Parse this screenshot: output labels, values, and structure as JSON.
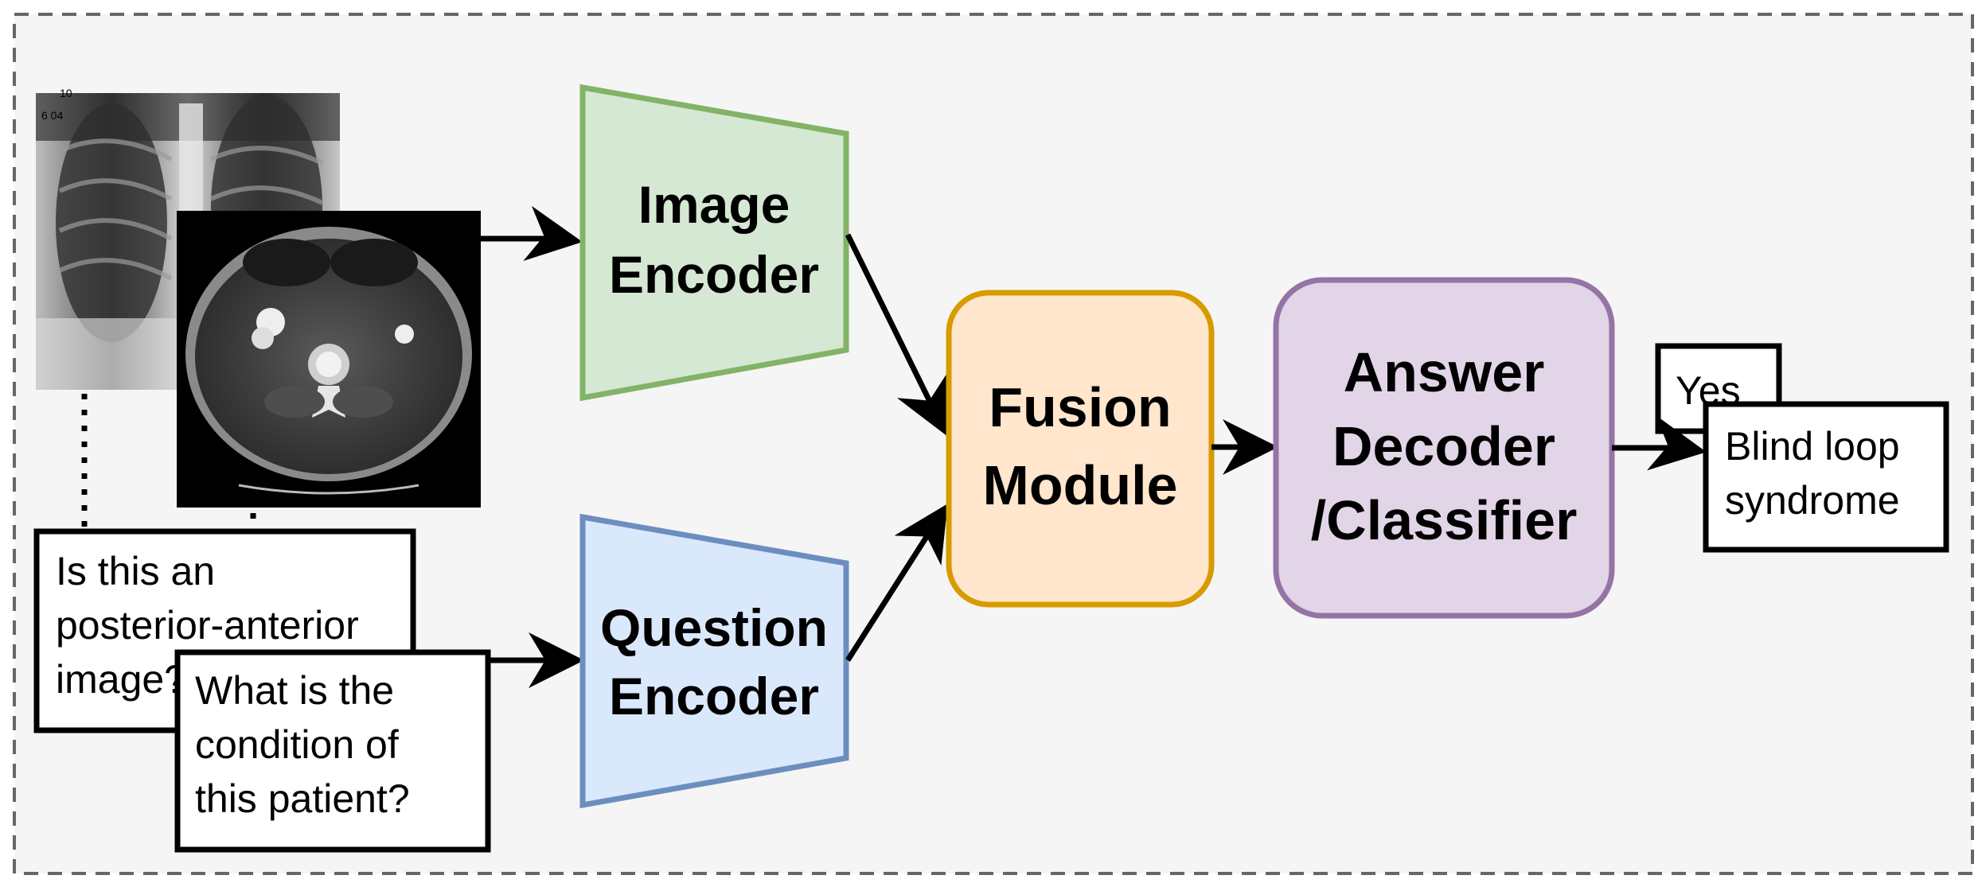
{
  "diagram": {
    "image_encoder": {
      "line1": "Image",
      "line2": "Encoder"
    },
    "question_encoder": {
      "line1": "Question",
      "line2": "Encoder"
    },
    "fusion_module": {
      "line1": "Fusion",
      "line2": "Module"
    },
    "answer_decoder": {
      "line1": "Answer",
      "line2": "Decoder",
      "line3": "/Classifier"
    },
    "question_1": {
      "line1": "Is this an",
      "line2": "posterior-anterior",
      "line3": "image?"
    },
    "question_2": {
      "line1": "What is the",
      "line2": "condition of",
      "line3": "this patient?"
    },
    "answer_1": {
      "text": "Yes"
    },
    "answer_2": {
      "line1": "Blind loop",
      "line2": "syndrome"
    },
    "images": [
      {
        "name": "chest-xray",
        "overlay_text_1": "10",
        "overlay_text_2": "6 04"
      },
      {
        "name": "abdominal-ct"
      }
    ],
    "colors": {
      "background": "#f5f5f5",
      "border": "#666666",
      "image_encoder_fill": "#d5e8d4",
      "image_encoder_stroke": "#82b366",
      "question_encoder_fill": "#dae8fc",
      "question_encoder_stroke": "#6c8ebf",
      "fusion_fill": "#ffe6cc",
      "fusion_stroke": "#d79b00",
      "decoder_fill": "#e1d5e7",
      "decoder_stroke": "#9673a6"
    }
  }
}
